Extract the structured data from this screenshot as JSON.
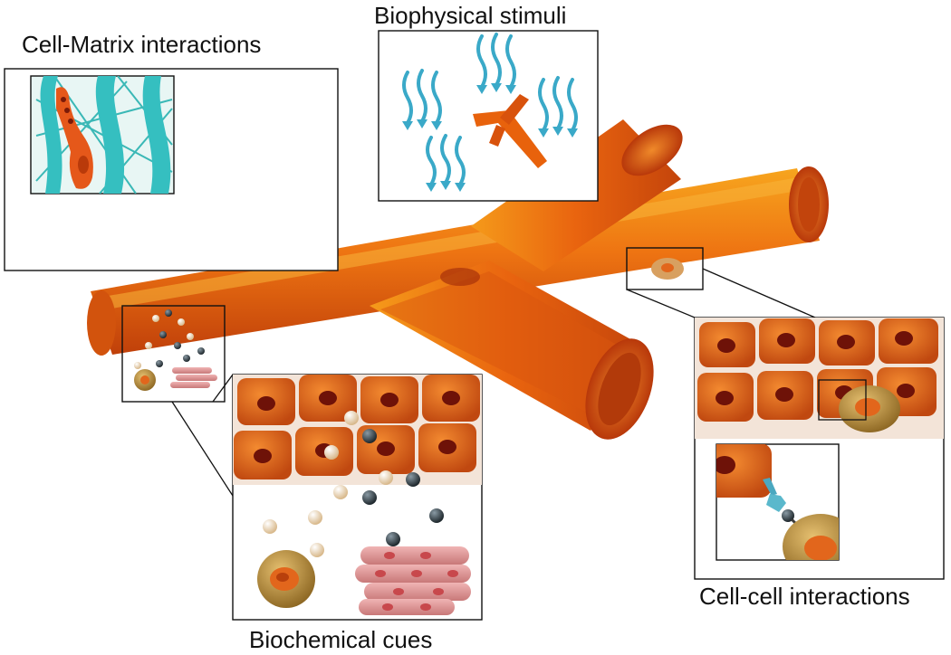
{
  "labels": {
    "cell_matrix": "Cell-Matrix interactions",
    "biophysical": "Biophysical stimuli",
    "cell_cell": "Cell-cell interactions",
    "biochemical": "Biochemical cues"
  },
  "colors": {
    "vessel": "#e8620c",
    "vessel_light": "#f6a21c",
    "vessel_dark": "#b9380a",
    "fiber": "#35bfc0",
    "arrow": "#3aa9c8",
    "cell": "#e2661c",
    "nucleus": "#6e1208",
    "particle_light": "#f1dcb8",
    "particle_dark": "#2f3940",
    "fibroblast": "#d98a8c",
    "immune_cell": "#b98b3c"
  }
}
